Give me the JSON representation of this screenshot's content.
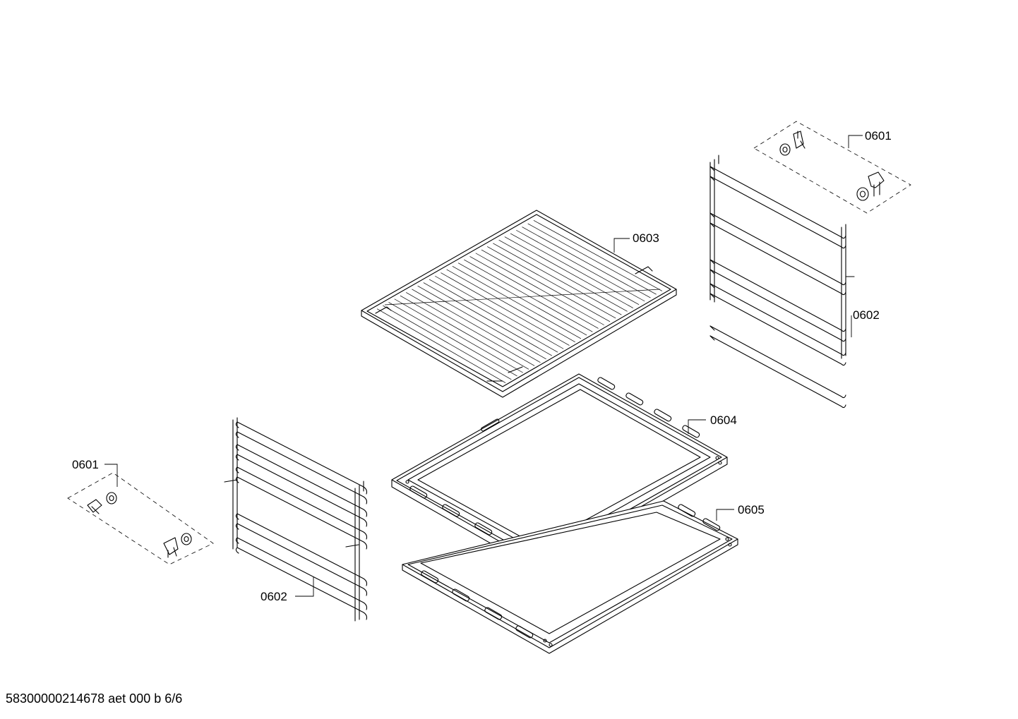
{
  "diagram": {
    "labels": {
      "l0601_top": "0601",
      "l0603": "0603",
      "l0602_right": "0602",
      "l0604": "0604",
      "l0605": "0605",
      "l0601_left": "0601",
      "l0602_left": "0602"
    },
    "footer": "58300000214678 aet 000 b 6/6"
  }
}
